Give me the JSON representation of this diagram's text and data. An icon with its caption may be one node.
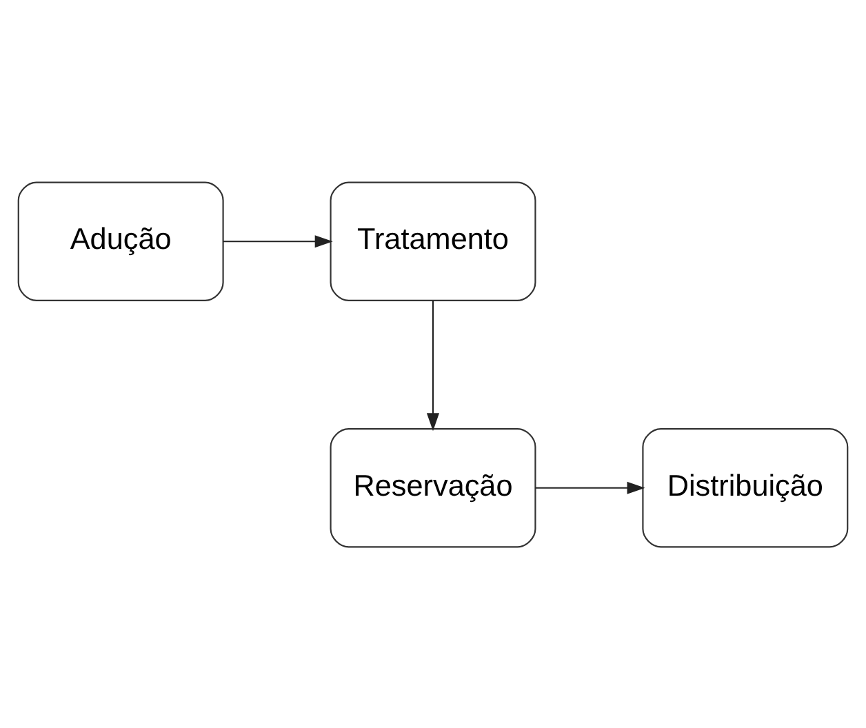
{
  "diagram": {
    "nodes": [
      {
        "text": [
          "Adução"
        ]
      },
      {
        "text": [
          "Tratamento"
        ]
      },
      {
        "text": [
          "Reservação"
        ]
      },
      {
        "text": [
          "Distribuição"
        ]
      }
    ],
    "edges": [
      {
        "from": 0,
        "to": 1,
        "arrow": "to"
      },
      {
        "from": 1,
        "to": 2,
        "arrow": "to"
      },
      {
        "from": 2,
        "to": 3,
        "arrow": "to"
      }
    ]
  }
}
